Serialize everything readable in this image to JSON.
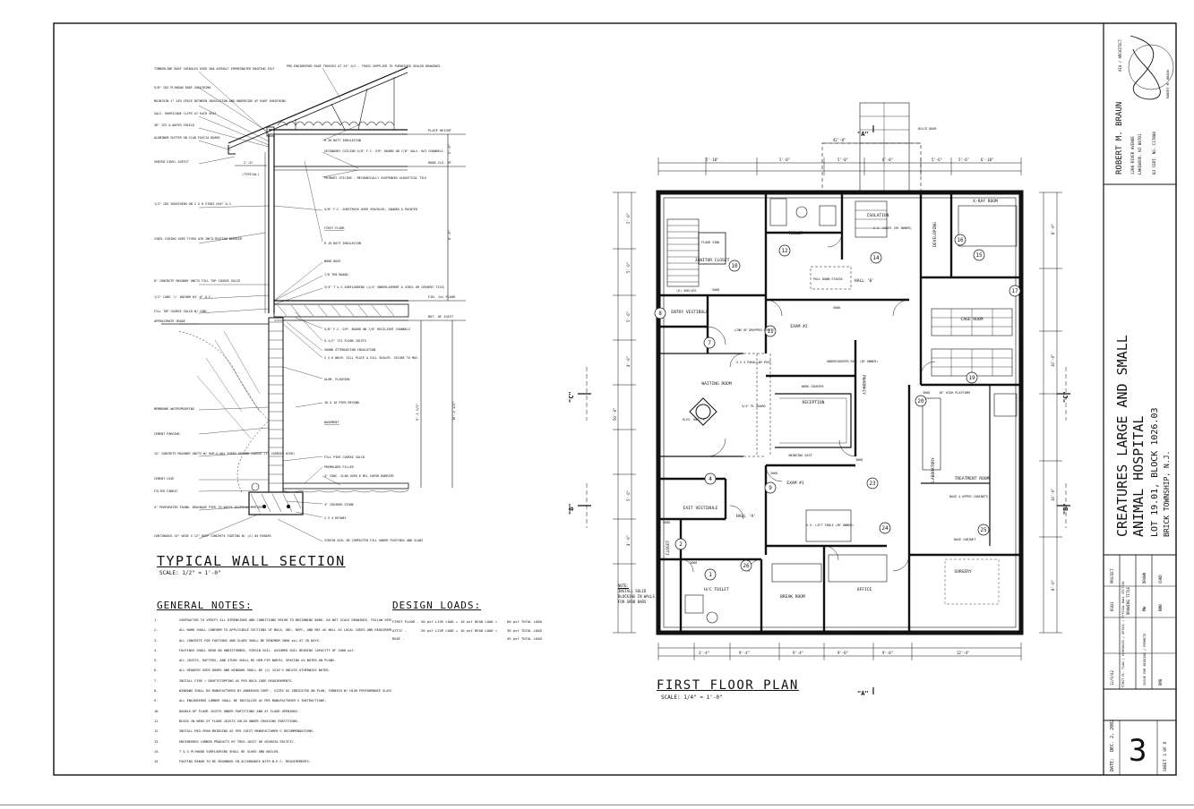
{
  "title_block": {
    "architect_name": "ROBERT M. BRAUN",
    "architect_role": "AIA / ARCHITECT",
    "address_line1": "1200 RIVER AVENUE",
    "address_line2": "LAKEWOOD, NJ 08701",
    "license": "NJ CERT. NO. C17080",
    "seal_text": "ROBERT M. BRAUN",
    "project_title_line1": "CREATURES LARGE AND SMALL",
    "project_title_line2": "ANIMAL HOSPITAL",
    "project_lot": "LOT 19.01, BLOCK 1026.03",
    "project_location": "BRICK TOWNSHIP, N.J.",
    "col_project": "PROJECT",
    "col_drawing_title": "DRAWING TITLE",
    "col_drawn": "DRAWN",
    "col_chkd": "CHKD",
    "project_no": "0101",
    "drawing_title": "FIRST FL. PLAN / SCHEDULES / DETAIL / TYPICAL WALL SECTION",
    "drawn_by": "MW",
    "checked_by": "RMB",
    "issue_date": "12/9/02",
    "issue_text": "ISSUE FOR BIDDING / PERMITS",
    "issue_by": "RMB",
    "date_label": "DATE:",
    "date_value": "DEC. 2, 2002",
    "sheet_number": "3",
    "sheet_label": "SHEET",
    "sheet_of": "3 OF 8"
  },
  "wall_section": {
    "title": "TYPICAL WALL SECTION",
    "scale": "SCALE: 1/2\" = 1'-0\"",
    "left_labels": [
      "TIMBERLINE ROOF SHINGLES OVER 30# ASPHALT IMPREGNATED ROOFING FELT",
      "5/8\" CDX PLYWOOD ROOF SHEATHING",
      "MAINTAIN 1\" AIR SPACE BETWEEN INSULATION AND UNDERSIDE OF ROOF SHEATHING",
      "GALV. HURRICANE CLIPS AT EACH SEAT",
      "36\" ICE & WATER SHIELD",
      "ALUMINUM GUTTER ON CLAD FASCIA BOARD",
      "VENTED VINYL SOFFIT",
      "1/2\" CDX SHEATHING ON 2 X 6 STUDS @16\" O.C.",
      "VINYL SIDING OVER TYVEK AIR INFILTRATION BARRIER",
      "8\" CONCRETE MASONRY UNITS FILL TOP COURSE SOLID",
      "1/2\" LONG 'L' ANCHOR @4'-0\" O.C.",
      "FILL TOP COURSE SOLID W/ CONC.",
      "APPROXIMATE GRADE",
      "MEMBRANE WATERPROOFING",
      "CEMENT PARGING",
      "12\" CONCRETE MASONRY UNITS W/ DUR-O-WAL EVERY SECOND COURSE (13 COURSES HIGH)",
      "CEMENT COVE",
      "FILTER FABRIC",
      "4\" PERFORATED FOUND. DRAINAGE PIPE TO WASTE DISPOSAL SYSTEM",
      "CONTINUOUS 24\" WIDE X 12\" DEEP CONCRETE FOOTING W/ (2) #4 REBARS"
    ],
    "right_labels": [
      "PRE-ENGINEERED ROOF TRUSSES AT 24\" O/C - TRUSS SUPPLIER TO FURNISHED SEALED DRAWINGS",
      "R-30 BATT INSULATION",
      "SECONDARY CEILING 5/8\" F.C. GYP. BOARD ON 7/8\" GALV. HAT CHANNELS",
      "PRIMARY CEILING - MECHANICALLY SUSPENDED ACOUSTICAL TILE",
      "5/8\" F.C. SHEETROCK OVER SPACKLED, SANDED & PAINTED",
      "FIRST FLOOR",
      "R-19 BATT INSULATION",
      "WOOD BASE",
      "7/8 TEN BOARD",
      "3/4\" T & G SUBFLOORING (1/4\" UNDERLAYMENT & VINYL OR CERAMIC TILE)",
      "5/8\" F.C. GYP. BOARD ON 7/8\" RESILIENT CHANNELS",
      "9-1/2\" TJI FLOOR JOISTS",
      "SOUND ATTENUATION INSULATION",
      "2 X 6 WOLM. SILL PLATE & SILL SEALER. SECURE TO MAS.",
      "ALUM. FLASHING",
      "16 X 16 PIER BEYOND",
      "BASEMENT",
      "FILL PIER COURSE SOLID",
      "PREMOLDED FILLER",
      "4\" CONC. SLAB OVER 6 MIL VAPOR BARRIER",
      "4\" CRUSHED STONE",
      "2 X 4 KEYWAY",
      "VIRGIN SOIL OR COMPACTED FILL UNDER FOOTINGS AND SLABS"
    ],
    "level_labels": [
      "PLATE HEIGHT",
      "HUNG CLG. HT.",
      "FIN. 1st FLOOR",
      "BOT. OF JOIST"
    ],
    "dims": [
      "2'-0\"",
      "8'-0\"",
      "9'-1 1/2\"",
      "10'-2 1/2\"",
      "2'-0\"",
      "(TYPICAL)"
    ]
  },
  "general_notes": {
    "title": "GENERAL NOTES:",
    "items": [
      {
        "n": "1.",
        "t": "CONTRACTOR TO VERIFY ALL DIMENSIONS AND CONDITIONS PRIOR TO BEGINNING WORK. DO NOT SCALE DRAWINGS, FOLLOW VERIFIED DIMENSIONS."
      },
      {
        "n": "2.",
        "t": "ALL WORK SHALL CONFORM TO APPLICABLE SECTIONS OF BOCA, UBC, NSPC, AND NEC AS WELL AS LOCAL CODES AND REQUIREMENTS."
      },
      {
        "n": "3.",
        "t": "ALL CONCRETE FOR FOOTINGS AND SLABS SHALL BE MINIMUM 3000 psi AT 28 DAYS."
      },
      {
        "n": "4.",
        "t": "FOOTINGS SHALL BEAR ON UNDISTURBED, VIRGIN SOIL. ASSUMED SOIL BEARING CAPACITY OF 2000 psf."
      },
      {
        "n": "5.",
        "t": "ALL JOISTS, RAFTERS, AND STUDS SHALL BE HEM-FIR NORTH, SPACING AS NOTED ON PLANS."
      },
      {
        "n": "6.",
        "t": "ALL HEADERS OVER DOORS AND WINDOWS SHALL BE (2) 2X10'S UNLESS OTHERWISE NOTED."
      },
      {
        "n": "7.",
        "t": "INSTALL FIRE / DRAFTSTOPPING AS PER BOCA CODE REQUIREMENTS."
      },
      {
        "n": "8.",
        "t": "WINDOWS SHALL BE MANUFACTURED BY ANDERSEN CORP., SIZES AS INDICATED ON PLAN, FURNISH W/ HIGH PERFORMANCE GLASS, SCREENS & GRILLES."
      },
      {
        "n": "9.",
        "t": "ALL ENGINEERED LUMBER SHALL BE INSTALLED AS PER MANUFACTURER'S INSTRUCTIONS."
      },
      {
        "n": "10.",
        "t": "DOUBLE-UP FLOOR JOISTS UNDER PARTITIONS AND AT FLOOR OPENINGS."
      },
      {
        "n": "11.",
        "t": "BLOCK IN WEBS OF FLOOR JOISTS SOLID UNDER CROSSING PARTITIONS."
      },
      {
        "n": "12.",
        "t": "INSTALL MID-SPAN BRIDGING AS PER JOIST MANUFACTURER'S RECOMMENDATIONS."
      },
      {
        "n": "13.",
        "t": "ENGINEERED LUMBER PRODUCTS BY TRUS-JOIST OR GEORGIA PACIFIC."
      },
      {
        "n": "14.",
        "t": "T & G PLYWOOD SUBFLOORING SHALL BE GLUED AND NAILED."
      },
      {
        "n": "15.",
        "t": "FOOTING REBAR TO BE GROUNDED IN ACCORDANCE WITH N.E.C. REQUIREMENTS."
      }
    ]
  },
  "design_loads": {
    "title": "DESIGN LOADS:",
    "rows": [
      {
        "label": "FIRST FLOOR -",
        "live": "50 psf LIVE LOAD +",
        "dead": "10 psf DEAD LOAD =",
        "total": "60 psf TOTAL LOAD"
      },
      {
        "label": "ATTIC -",
        "live": "20 psf LIVE LOAD +",
        "dead": "10 psf DEAD LOAD =",
        "total": "30 psf TOTAL LOAD"
      },
      {
        "label": "ROOF -",
        "live": "",
        "dead": "",
        "total": "45 psf TOTAL LOAD"
      }
    ]
  },
  "floor_plan": {
    "title": "FIRST FLOOR PLAN",
    "scale": "SCALE: 1/4\" = 1'-0\"",
    "section_markers": [
      "\"A\"",
      "\"A\"",
      "\"B\"",
      "\"B\"",
      "\"C\"",
      "\"C\""
    ],
    "rooms": [
      {
        "name": "JANITOR CLOSET",
        "num": "10"
      },
      {
        "name": "TOILET",
        "num": "12"
      },
      {
        "name": "ISOLATION",
        "num": "14"
      },
      {
        "name": "DEVELOPING",
        "num": "16"
      },
      {
        "name": "X-RAY ROOM",
        "num": "15"
      },
      {
        "name": "ENTRY VESTIBULE",
        "num": "8"
      },
      {
        "name": "EXAM #2",
        "num": "11"
      },
      {
        "name": "HALL 'B'",
        "num": ""
      },
      {
        "name": "CAGE ROOM",
        "num": "17"
      },
      {
        "name": "WAITING ROOM",
        "num": "7"
      },
      {
        "name": "PHARMACY",
        "num": "19"
      },
      {
        "name": "RECEPTION",
        "num": ""
      },
      {
        "name": "LABORATORY",
        "num": "20"
      },
      {
        "name": "TREATMENT ROOM",
        "num": "23"
      },
      {
        "name": "EXAM #1",
        "num": "9"
      },
      {
        "name": "EXIT VESTIBULE",
        "num": "4"
      },
      {
        "name": "HALL 'A'",
        "num": ""
      },
      {
        "name": "CLOSET",
        "num": "2"
      },
      {
        "name": "H/C TOILET",
        "num": "1"
      },
      {
        "name": "BREAK ROOM",
        "num": "26"
      },
      {
        "name": "OFFICE",
        "num": "24"
      },
      {
        "name": "SURGERY",
        "num": "25"
      }
    ],
    "plan_labels": [
      "PULL DOWN STAIRS",
      "WORK COUNTER",
      "SWINGING GATE",
      "BASE & UPPER CABINETS",
      "S.S. CAGES (BY OWNER)",
      "UNDERCOUNTER REF. (BY OWNER)",
      "LINE OF DROPPED SOFFIT",
      "4 X 4 PARALLAM POST",
      "ELEV. DWG. 4",
      "S.S. LIFT TABLE (BY OWNER)",
      "18\" HIGH PLATFORM",
      "BASE CABINET",
      "(6) SHELVES",
      "FLOOR SINK",
      "3/4\" PL BOARD",
      "BILCO DOOR"
    ],
    "top_dims": [
      "5'-10\"",
      "5'-0\"",
      "5'-0\"",
      "8'-0\"",
      "5'-6\"",
      "5'-6\"",
      "6'-10\"",
      "42'-0\""
    ],
    "bottom_dims": [
      "3'-4\"",
      "9'-4\"",
      "9'-4\"",
      "9'-0\"",
      "9'-0\"",
      "12'-4\""
    ],
    "left_dims": [
      "50'-0\"",
      "5'-0\"",
      "5'-0\"",
      "5'-0\"",
      "4'-0\"",
      "5'-0\"",
      "4'-0\""
    ],
    "right_dims": [
      "8'-0\"",
      "10'-0\"",
      "10'-0\"",
      "8'-0\""
    ],
    "door_codes": [
      "3068",
      "3068",
      "3068",
      "5068",
      "3068",
      "3068",
      "2868"
    ],
    "note_title": "NOTE:",
    "note_text": "INSTALL SOLID BLOCKING IN WALLS FOR GRAB BARS"
  }
}
